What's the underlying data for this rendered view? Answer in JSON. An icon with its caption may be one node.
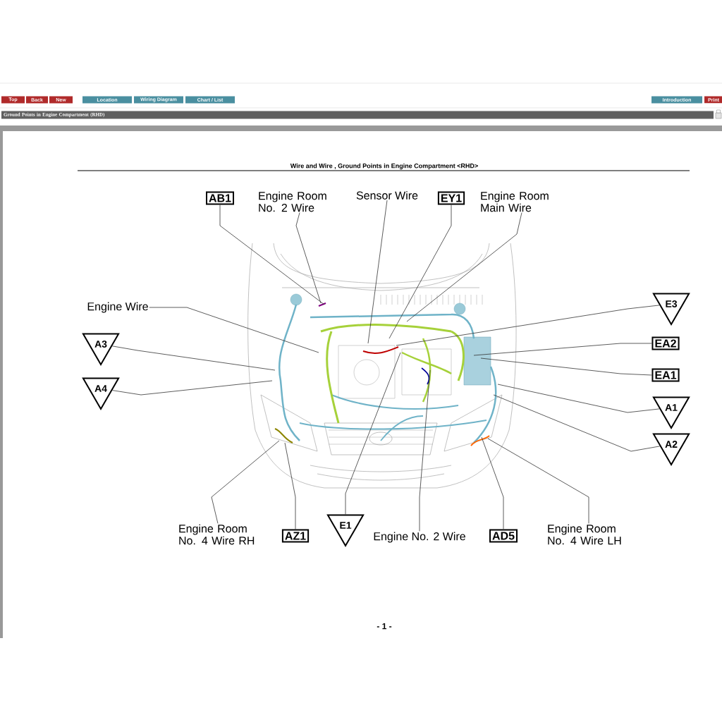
{
  "diagram": {
    "title": "Wire and Wire , Ground Points in Engine Compartment <RHD>",
    "nodes": [
      {
        "text": [
          "Top"
        ]
      },
      {
        "text": [
          "Back"
        ]
      },
      {
        "text": [
          "New"
        ]
      },
      {
        "text": [
          "Location"
        ]
      },
      {
        "text": [
          "Wiring Diagram"
        ]
      },
      {
        "text": [
          "Chart / List"
        ]
      },
      {
        "text": [
          "Introduction"
        ]
      },
      {
        "text": [
          "Print"
        ]
      },
      {
        "text": [
          "Ground Points in Engine Compartment (RHD)"
        ]
      },
      {
        "text": [
          "AB1"
        ]
      },
      {
        "text": [
          "Engine Room No. 2 Wire"
        ]
      },
      {
        "text": [
          "Sensor Wire"
        ]
      },
      {
        "text": [
          "EY1"
        ]
      },
      {
        "text": [
          "Engine Room Main Wire"
        ]
      },
      {
        "text": [
          "Engine Wire"
        ]
      },
      {
        "text": [
          "E3"
        ]
      },
      {
        "text": [
          "A3"
        ]
      },
      {
        "text": [
          "EA2"
        ]
      },
      {
        "text": [
          "A4"
        ]
      },
      {
        "text": [
          "EA1"
        ]
      },
      {
        "text": [
          "A1"
        ]
      },
      {
        "text": [
          "A2"
        ]
      },
      {
        "text": [
          "Engine Room No. 4 Wire RH"
        ]
      },
      {
        "text": [
          "AZ1"
        ]
      },
      {
        "text": [
          "E1"
        ]
      },
      {
        "text": [
          "Engine No. 2 Wire"
        ]
      },
      {
        "text": [
          "AD5"
        ]
      },
      {
        "text": [
          "Engine Room No. 4 Wire LH"
        ]
      }
    ],
    "edges": [
      {
        "from": 9,
        "to": null,
        "arrow": "none"
      },
      {
        "from": 10,
        "to": null,
        "arrow": "none"
      },
      {
        "from": 11,
        "to": null,
        "arrow": "none"
      },
      {
        "from": 12,
        "to": null,
        "arrow": "none"
      },
      {
        "from": 13,
        "to": null,
        "arrow": "none"
      },
      {
        "from": 14,
        "to": null,
        "arrow": "none"
      },
      {
        "from": 15,
        "to": null,
        "arrow": "none"
      },
      {
        "from": 16,
        "to": null,
        "arrow": "none"
      },
      {
        "from": 17,
        "to": null,
        "arrow": "none"
      },
      {
        "from": 18,
        "to": null,
        "arrow": "none"
      },
      {
        "from": 19,
        "to": null,
        "arrow": "none"
      },
      {
        "from": 20,
        "to": null,
        "arrow": "none"
      },
      {
        "from": 21,
        "to": null,
        "arrow": "none"
      },
      {
        "from": 22,
        "to": null,
        "arrow": "none"
      },
      {
        "from": 23,
        "to": null,
        "arrow": "none"
      },
      {
        "from": 24,
        "to": null,
        "arrow": "none"
      },
      {
        "from": 25,
        "to": null,
        "arrow": "none"
      },
      {
        "from": 26,
        "to": null,
        "arrow": "none"
      },
      {
        "from": 27,
        "to": null,
        "arrow": "none"
      }
    ],
    "labels": [
      "- 1 -"
    ]
  }
}
